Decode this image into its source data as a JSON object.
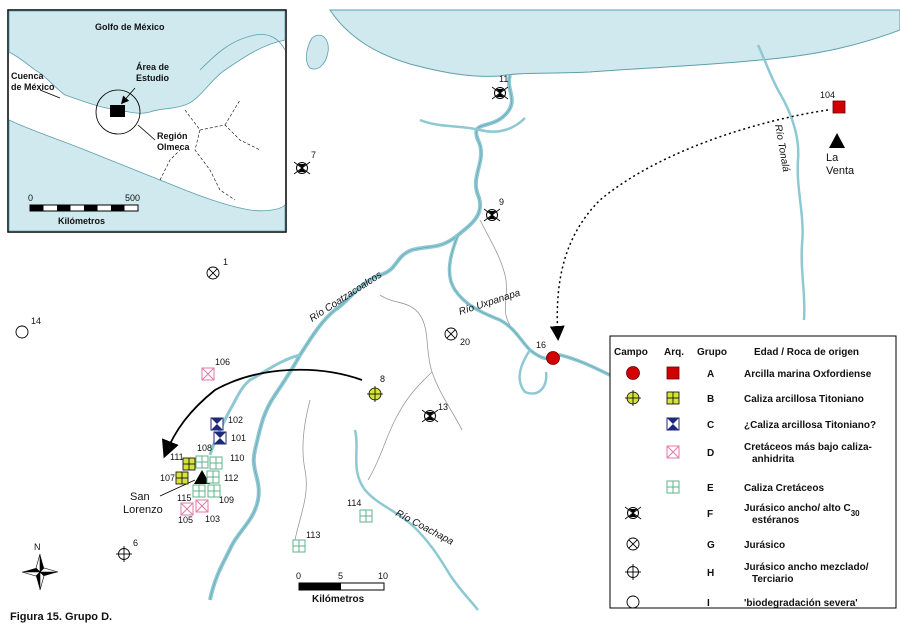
{
  "figure_caption": "Figura 15.  Grupo D.",
  "inset": {
    "labels": {
      "gulf": "Golfo de México",
      "basin_line1": "Cuenca",
      "basin_line2": "de México",
      "study_line1": "Área de",
      "study_line2": "Estudio",
      "region_line1": "Región",
      "region_line2": "Olmeca"
    },
    "scale": {
      "ticks": [
        "0",
        "500"
      ],
      "unit": "Kilómetros"
    }
  },
  "rivers": {
    "coatzacoalcos": "Río Coatzacoalcos",
    "uxpanapa": "Río Uxpanapa",
    "coachapa": "Río Coachapa",
    "tonala": "Río Tonalá"
  },
  "places": {
    "la_venta_line1": "La",
    "la_venta_line2": "Venta",
    "san_lorenzo_line1": "San",
    "san_lorenzo_line2": "Lorenzo"
  },
  "scale": {
    "ticks": [
      "0",
      "5",
      "10"
    ],
    "unit": "Kilómetros"
  },
  "north": "N",
  "sites": [
    {
      "id": "104",
      "symbol": "A",
      "type": "arq"
    },
    {
      "id": "16",
      "symbol": "A",
      "type": "campo"
    },
    {
      "id": "8",
      "symbol": "B",
      "type": "campo"
    },
    {
      "id": "107",
      "symbol": "B",
      "type": "arq"
    },
    {
      "id": "111",
      "symbol": "B",
      "type": "arq"
    },
    {
      "id": "102",
      "symbol": "C",
      "type": "arq"
    },
    {
      "id": "101",
      "symbol": "C",
      "type": "arq"
    },
    {
      "id": "106",
      "symbol": "D",
      "type": "arq"
    },
    {
      "id": "105",
      "symbol": "D",
      "type": "arq"
    },
    {
      "id": "103",
      "symbol": "D",
      "type": "arq"
    },
    {
      "id": "108",
      "symbol": "E",
      "type": "arq"
    },
    {
      "id": "110",
      "symbol": "E",
      "type": "arq"
    },
    {
      "id": "112",
      "symbol": "E",
      "type": "arq"
    },
    {
      "id": "115",
      "symbol": "E",
      "type": "arq"
    },
    {
      "id": "109",
      "symbol": "E",
      "type": "arq"
    },
    {
      "id": "114",
      "symbol": "E",
      "type": "arq"
    },
    {
      "id": "113",
      "symbol": "E",
      "type": "arq"
    },
    {
      "id": "11",
      "symbol": "F",
      "type": "campo"
    },
    {
      "id": "7",
      "symbol": "F",
      "type": "campo"
    },
    {
      "id": "9",
      "symbol": "F",
      "type": "campo"
    },
    {
      "id": "13",
      "symbol": "F",
      "type": "campo"
    },
    {
      "id": "1",
      "symbol": "G",
      "type": "campo"
    },
    {
      "id": "20",
      "symbol": "G",
      "type": "campo"
    },
    {
      "id": "6",
      "symbol": "H",
      "type": "campo"
    },
    {
      "id": "14",
      "symbol": "I",
      "type": "campo"
    }
  ],
  "legend": {
    "headers": {
      "campo": "Campo",
      "arq": "Arq.",
      "grupo": "Grupo",
      "edad": "Edad / Roca de origen"
    },
    "rows": [
      {
        "grupo": "A",
        "edad": [
          "Arcilla marina Oxfordiense"
        ]
      },
      {
        "grupo": "B",
        "edad": [
          "Caliza arcillosa Titoniano"
        ]
      },
      {
        "grupo": "C",
        "edad": [
          "¿Caliza arcillosa Titoniano?"
        ]
      },
      {
        "grupo": "D",
        "edad": [
          "Cretáceos más bajo caliza-",
          "anhidrita"
        ]
      },
      {
        "grupo": "E",
        "edad": [
          "Caliza Cretáceos"
        ]
      },
      {
        "grupo": "F",
        "edad": [
          "Jurásico ancho/ alto C",
          "estéranos"
        ],
        "subscript": "30"
      },
      {
        "grupo": "G",
        "edad": [
          "Jurásico"
        ]
      },
      {
        "grupo": "H",
        "edad": [
          "Jurásico ancho mezclado/",
          "Terciario"
        ]
      },
      {
        "grupo": "I",
        "edad": [
          "'biodegradación severa'"
        ]
      }
    ]
  },
  "colors": {
    "water": "#cfe9ee",
    "river": "#8ec9d3",
    "river_edge": "#5e9fad",
    "A": "#d00000",
    "B_fill": "#d4e23a",
    "C_fill": "#1e2a78",
    "D": "#e07aa8",
    "E": "#5fb38a"
  }
}
